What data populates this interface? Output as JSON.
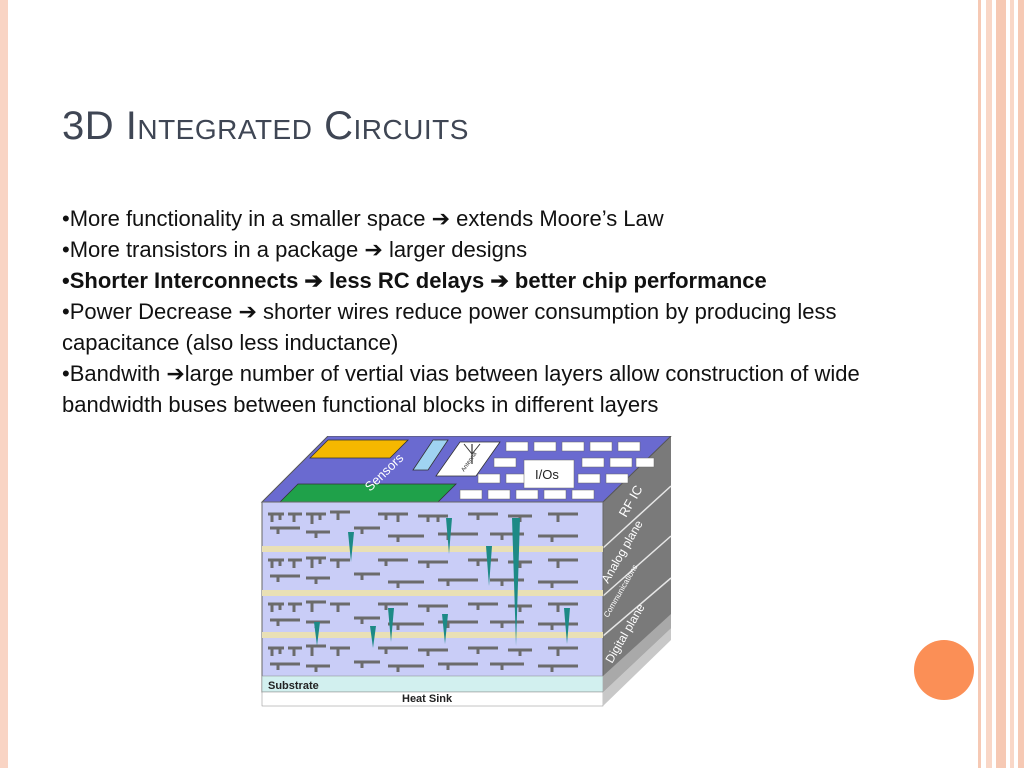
{
  "slide": {
    "title": "3D Integrated Circuits",
    "bullets": [
      {
        "text": "•More functionality in a smaller space ➔ extends Moore’s Law",
        "bold": false
      },
      {
        "text": "•More transistors in a package ➔ larger designs",
        "bold": false
      },
      {
        "text": "•Shorter Interconnects ➔ less RC delays ➔ better chip performance",
        "bold": true
      },
      {
        "text": "•Power Decrease ➔ shorter wires reduce power consumption by producing less capacitance (also less inductance)",
        "bold": false
      },
      {
        "text": "•Bandwith ➔large number of vertial vias between layers allow construction of wide bandwidth buses between functional blocks in different layers",
        "bold": false
      }
    ]
  },
  "figure": {
    "top_labels": {
      "sensors": "Sensors",
      "antenna": "Antenna",
      "ios": "I/Os"
    },
    "side_labels": [
      "RF IC",
      "Analog plane",
      "Communications",
      "Digital plane"
    ],
    "bottom_labels": {
      "substrate": "Substrate",
      "heat_sink": "Heat Sink"
    }
  },
  "colors": {
    "accent": "#fb8f56",
    "frame": "#f6c9b4",
    "title": "#3f4654",
    "layer": "#c9cdf7",
    "interconnect": "#6b6b6b",
    "via": "#1d8a86",
    "top_face": "#6a6ad0"
  }
}
